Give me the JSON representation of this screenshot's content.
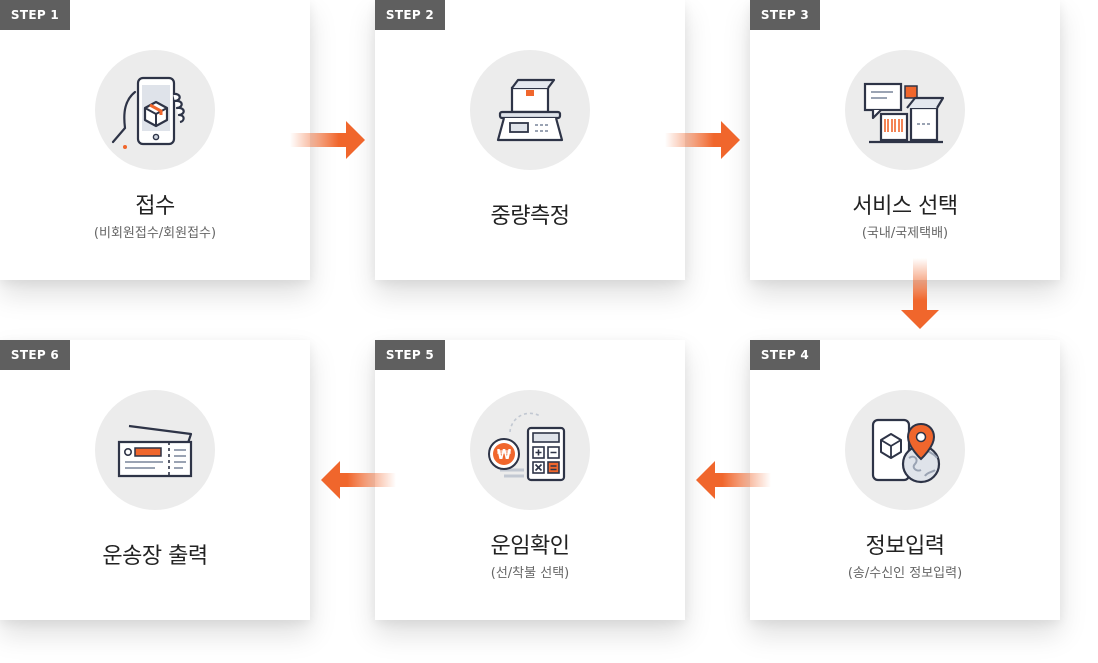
{
  "accent_color": "#f0662c",
  "badge_color": "#5f5f5f",
  "steps": [
    {
      "badge": "STEP 1",
      "title": "접수",
      "subtitle": "(비회원접수/회원접수)",
      "icon": "phone-package-icon"
    },
    {
      "badge": "STEP 2",
      "title": "중량측정",
      "subtitle": "",
      "icon": "weighing-scale-icon"
    },
    {
      "badge": "STEP 3",
      "title": "서비스 선택",
      "subtitle": "(국내/국제택배)",
      "icon": "service-package-icon"
    },
    {
      "badge": "STEP 4",
      "title": "정보입력",
      "subtitle": "(송/수신인 정보입력)",
      "icon": "location-globe-icon"
    },
    {
      "badge": "STEP 5",
      "title": "운임확인",
      "subtitle": "(선/착불 선택)",
      "icon": "calculator-coin-icon"
    },
    {
      "badge": "STEP 6",
      "title": "운송장 출력",
      "subtitle": "",
      "icon": "waybill-ticket-icon"
    }
  ]
}
